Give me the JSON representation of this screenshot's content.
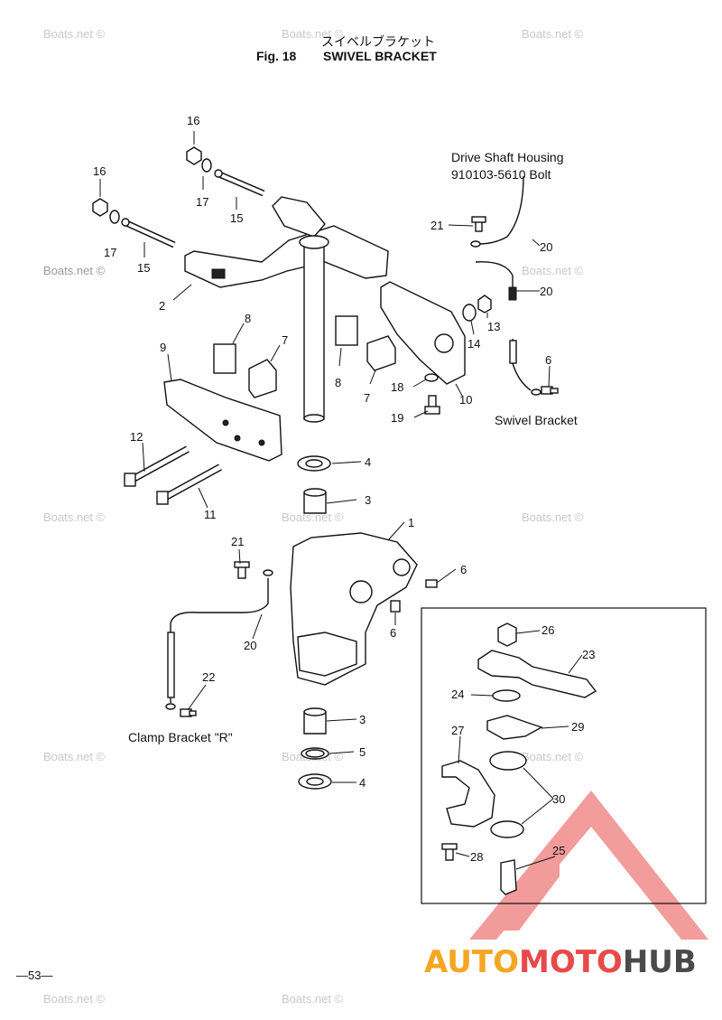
{
  "header": {
    "japanese_title": "スイベルブラケット",
    "fig_label": "Fig. 18",
    "title": "SWIVEL BRACKET"
  },
  "annotations": {
    "drive_shaft_housing": "Drive Shaft Housing",
    "bolt_code": "910103-5610 Bolt",
    "swivel_bracket": "Swivel Bracket",
    "clamp_bracket": "Clamp Bracket \"R\""
  },
  "part_numbers": [
    "16",
    "16",
    "17",
    "17",
    "15",
    "15",
    "2",
    "8",
    "7",
    "8",
    "7",
    "9",
    "12",
    "11",
    "4",
    "3",
    "1",
    "21",
    "20",
    "22",
    "3",
    "5",
    "4",
    "21",
    "20",
    "20",
    "14",
    "13",
    "18",
    "10",
    "19",
    "6",
    "6",
    "6",
    "26",
    "23",
    "24",
    "29",
    "27",
    "30",
    "28",
    "25"
  ],
  "watermark": "Boats.net ©",
  "page_number": "—53—",
  "logo": {
    "part1": "AUTO",
    "part2": "MOTO",
    "part3": "HUB",
    "color_orange": "#f5a623",
    "color_red": "#e84a4a",
    "color_dark": "#4a4a4a"
  }
}
